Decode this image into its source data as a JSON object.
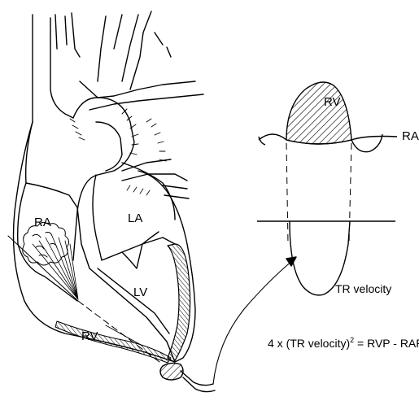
{
  "heart": {
    "labels": {
      "ra": "RA",
      "la": "LA",
      "lv": "LV",
      "rv": "RV"
    }
  },
  "pressure_trace": {
    "rv_label": "RV",
    "ra_label": "RA"
  },
  "velocity_trace": {
    "label": "TR velocity"
  },
  "equation": {
    "prefix": "4 x (TR velocity)",
    "exponent": "2",
    "suffix": " = RVP - RAP"
  }
}
